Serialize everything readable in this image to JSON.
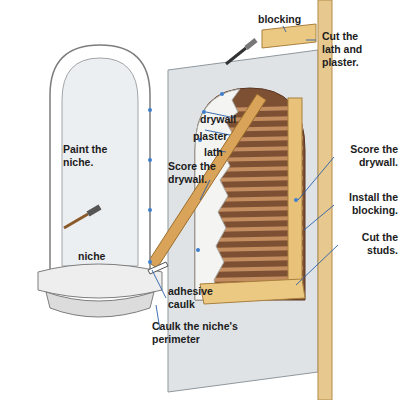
{
  "diagram": {
    "labels": [
      "blocking",
      "Cut the lath and plaster.",
      "drywall",
      "plaster",
      "lath",
      "Score the drywall.",
      "Paint the niche.",
      "Score the drywall.",
      "Install the blocking.",
      "Cut the studs.",
      "niche",
      "adhesive caulk",
      "Caulk the niche's perimeter"
    ]
  }
}
